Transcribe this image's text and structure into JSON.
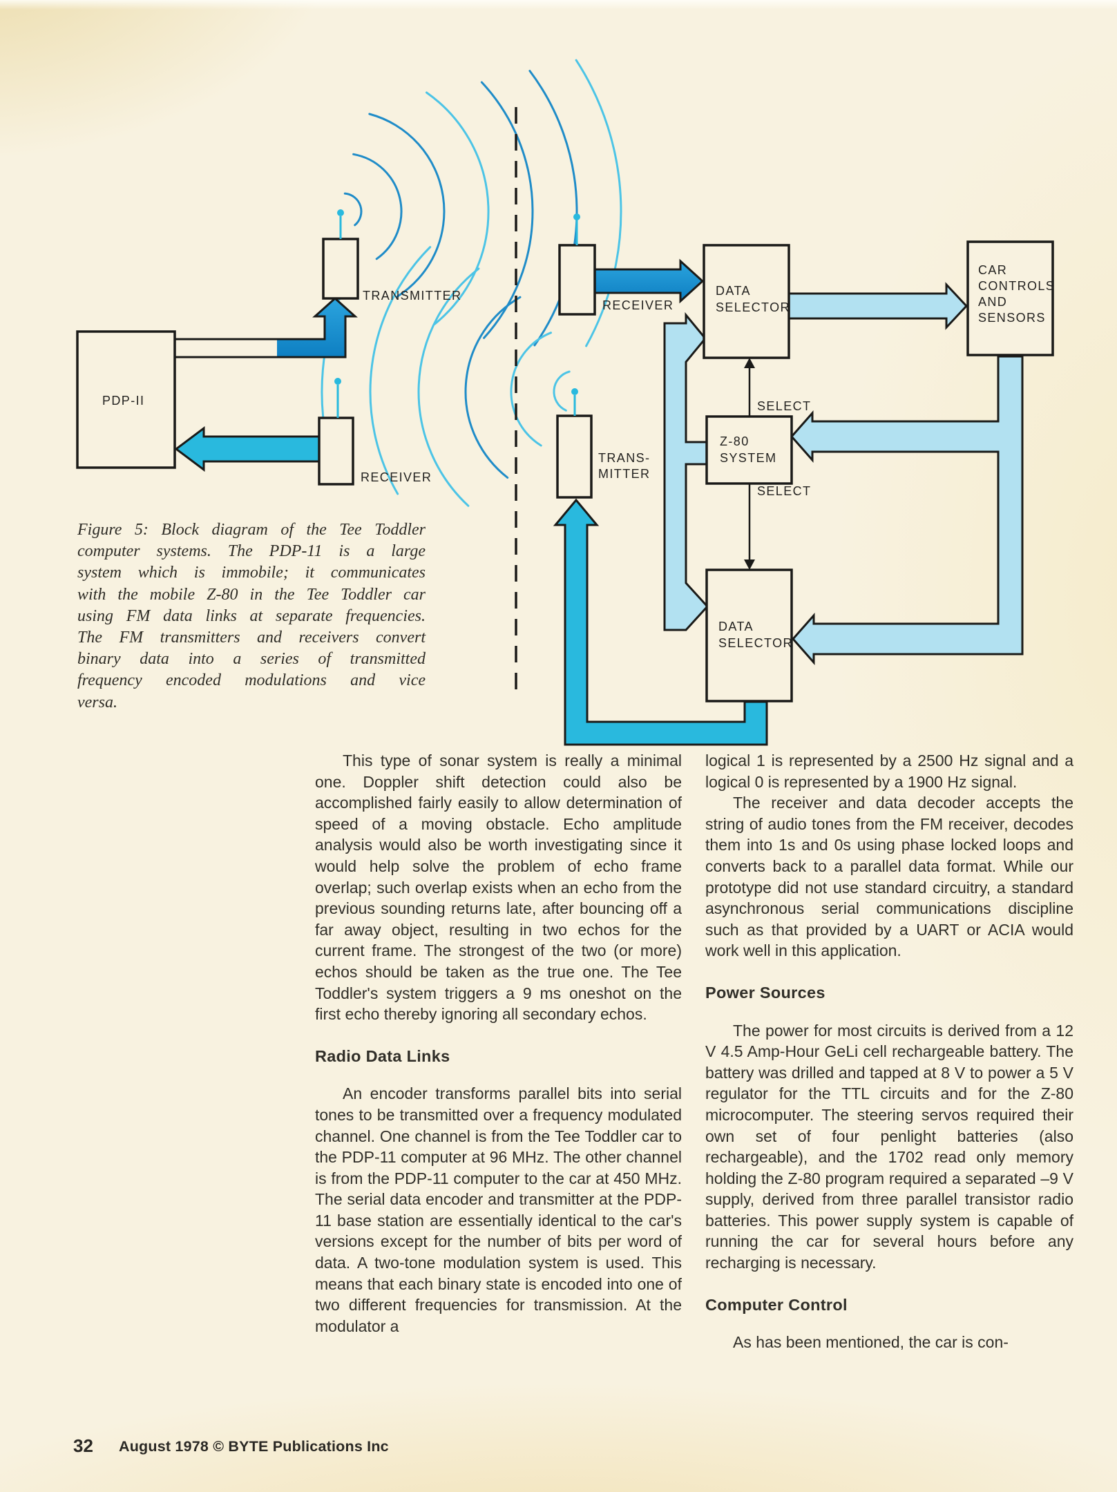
{
  "colors": {
    "page_bg": "#f8f2e0",
    "ink": "#1a1a18",
    "blue_arrow_top": "#2ba4de",
    "blue_arrow_bottom": "#0e7fc2",
    "cyan": "#29b9de",
    "pale_cyan": "#b2e1f1",
    "wave_dark": "#1f8cc8",
    "wave_light": "#4cc4e6"
  },
  "diagram": {
    "labels": {
      "pdp11": "PDP-II",
      "transmitter_left": "TRANSMITTER",
      "receiver_left": "RECEIVER",
      "receiver_right": "RECEIVER",
      "transmitter_right_line1": "TRANS-",
      "transmitter_right_line2": "MITTER",
      "data_selector_top_line1": "DATA",
      "data_selector_top_line2": "SELECTOR",
      "car_controls_line1": "CAR",
      "car_controls_line2": "CONTROLS",
      "car_controls_line3": "AND",
      "car_controls_line4": "SENSORS",
      "z80_line1": "Z-80",
      "z80_line2": "SYSTEM",
      "select_top": "SELECT",
      "select_bottom": "SELECT",
      "data_selector_bottom_line1": "DATA",
      "data_selector_bottom_line2": "SELECTOR"
    }
  },
  "figure": {
    "caption_lines": [
      "Figure 5: Block diagram of the Tee Toddler",
      "computer systems. The PDP-11 is a large",
      "system which is immobile; it communicates",
      "with the mobile Z-80 in the Tee Toddler car",
      "using FM data links at separate frequencies.",
      "The FM transmitters and receivers convert",
      "binary data into a series of transmitted",
      "frequency encoded modulations and vice",
      "versa."
    ]
  },
  "article": {
    "left_column": [
      {
        "type": "paragraph",
        "indent": true,
        "text": "This type of sonar system is really a minimal one. Doppler shift detection could also be accomplished fairly easily to allow determination of speed of a moving obstacle. Echo amplitude analysis would also be worth investigating since it would help solve the problem of echo frame overlap; such overlap exists when an echo from the previous sounding returns late, after bouncing off a far away object, resulting in two echos for the current frame. The strongest of the two (or more) echos should be taken as the true one. The Tee Toddler's system triggers a 9 ms oneshot on the first echo thereby ignoring all secondary echos."
      },
      {
        "type": "heading",
        "text": "Radio Data Links"
      },
      {
        "type": "paragraph",
        "indent": true,
        "text": "An encoder transforms parallel bits into serial tones to be transmitted over a frequency modulated channel. One channel is from the Tee Toddler car to the PDP-11 computer at 96 MHz. The other channel is from the PDP-11 computer to the car at 450 MHz. The serial data encoder and transmitter at the PDP-11 base station are essentially identical to the car's versions except for the number of bits per word of data. A two-tone modulation system is used. This means that each binary state is encoded into one of two different frequencies for transmission. At the modulator a"
      }
    ],
    "right_column": [
      {
        "type": "paragraph",
        "indent": false,
        "text": "logical 1 is represented by a 2500 Hz signal and a logical 0 is represented by a 1900 Hz signal."
      },
      {
        "type": "paragraph",
        "indent": true,
        "text": "The receiver and data decoder accepts the string of audio tones from the FM receiver, decodes them into 1s and 0s using phase locked loops and converts back to a parallel data format. While our prototype did not use standard circuitry, a standard asynchronous serial communications discipline such as that provided by a UART or ACIA would work well in this application."
      },
      {
        "type": "heading",
        "text": "Power Sources"
      },
      {
        "type": "paragraph",
        "indent": true,
        "text": "The power for most circuits is derived from a 12 V 4.5 Amp-Hour GeLi cell rechargeable battery. The battery was drilled and tapped at 8 V to power a 5 V regulator for the TTL circuits and for the Z-80 microcomputer. The steering servos required their own set of four penlight batteries (also rechargeable), and the 1702 read only memory holding the Z-80 program required a separated –9 V supply, derived from three parallel transistor radio batteries. This power supply system is capable of running the car for several hours before any recharging is necessary."
      },
      {
        "type": "heading",
        "text": "Computer Control"
      },
      {
        "type": "paragraph",
        "indent": true,
        "text": "As has been mentioned, the car is con-"
      }
    ]
  },
  "footer": {
    "page_number": "32",
    "credit": "August 1978 © BYTE Publications Inc"
  }
}
